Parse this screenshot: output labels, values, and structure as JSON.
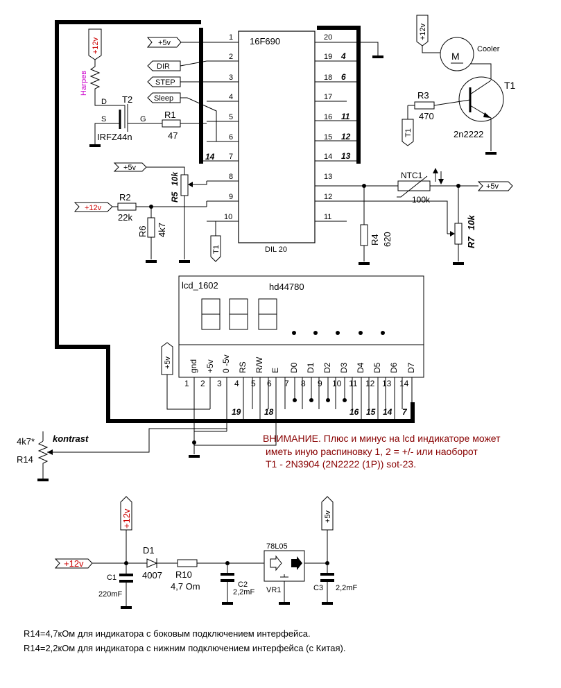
{
  "mcu": {
    "name": "16F690",
    "package": "DIL 20",
    "left_pins": [
      "1",
      "2",
      "3",
      "4",
      "5",
      "6",
      "7",
      "8",
      "9",
      "10"
    ],
    "right_pins": [
      "20",
      "19",
      "18",
      "17",
      "16",
      "15",
      "14",
      "13",
      "12",
      "11"
    ],
    "right_tags": [
      "4",
      "6",
      "11",
      "12",
      "13"
    ],
    "left_tag": "14"
  },
  "ports": {
    "p5v": "+5v",
    "dir": "DIR",
    "step": "STEP",
    "sleep": "Sleep",
    "p12v": "+12v",
    "t1": "T1"
  },
  "parts": {
    "heater": "Нагрев",
    "t2": "T2",
    "t2_type": "IRFZ44n",
    "d": "D",
    "s": "S",
    "g": "G",
    "r1": "R1",
    "r1_val": "47",
    "r2": "R2",
    "r2_val": "22k",
    "r3": "R3",
    "r3_val": "470",
    "r4": "R4",
    "r4_val": "620",
    "r5": "R5",
    "r5_val": "10k",
    "r6": "R6",
    "r6_val": "4k7",
    "r7": "R7",
    "r7_val": "10k",
    "ntc": "NTC1",
    "ntc_val": "100k",
    "t1": "T1",
    "t1_type": "2n2222",
    "cooler": "Cooler",
    "motor": "M",
    "r14": "R14",
    "r14_val": "4k7*",
    "kontrast": "kontrast"
  },
  "lcd": {
    "name": "lcd_1602",
    "ctrl": "hd44780",
    "pin_labels": [
      "gnd",
      "+5v",
      "0 -5v",
      "RS",
      "R/W",
      "E",
      "D0",
      "D1",
      "D2",
      "D3",
      "D4",
      "D5",
      "D6",
      "D7"
    ],
    "pin_numbers": [
      "1",
      "2",
      "3",
      "4",
      "5",
      "6",
      "7",
      "8",
      "9",
      "10",
      "11",
      "12",
      "13",
      "14"
    ],
    "bus_tags": [
      "19",
      "18",
      "16",
      "15",
      "14",
      "7"
    ]
  },
  "warning": [
    "ВНИМАНИЕ. Плюс и минус на lcd индикаторе может",
    "иметь иную распиновку 1, 2 = +/- или наоборот",
    "T1 - 2N3904  (2N2222 (1P)) sot-23."
  ],
  "psu": {
    "in": "+12v",
    "c1": "C1",
    "c1_val": "220mF",
    "d1": "D1",
    "d1_val": "4007",
    "r10": "R10",
    "r10_val": "4,7 Om",
    "c2": "C2",
    "c2_val": "2,2mF",
    "vr": "78L05",
    "vr_ref": "VR1",
    "c3": "C3",
    "c3_val": "2,2mF",
    "out": "+5v",
    "tap": "+12v"
  },
  "notes": [
    "R14=4,7кОм  для индикатора с боковым подключением интерфейса.",
    "R14=2,2кОм  для индикатора с нижним подключением интерфейса (с Китая)."
  ]
}
